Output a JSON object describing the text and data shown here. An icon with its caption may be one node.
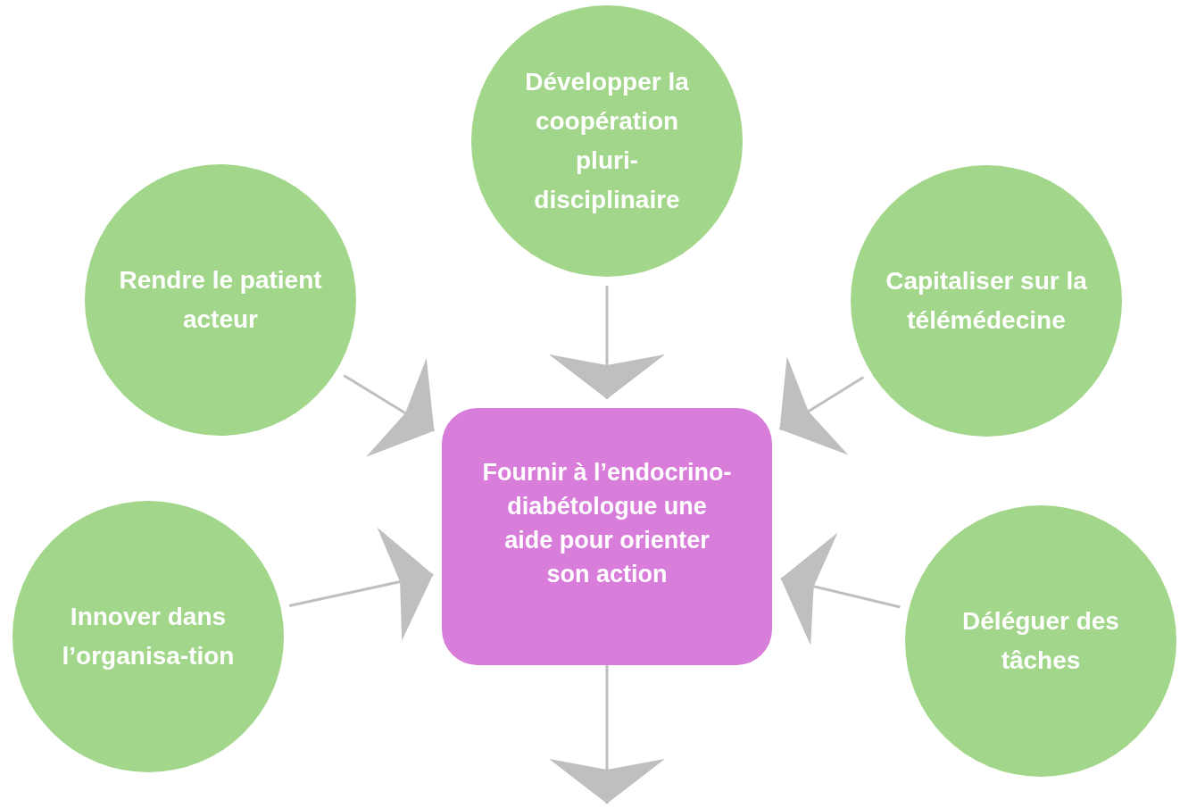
{
  "diagram": {
    "nodes": [
      {
        "text": [
          "Développer la coopération pluri-disciplinaire"
        ]
      },
      {
        "text": [
          "Rendre le patient acteur"
        ]
      },
      {
        "text": [
          "Capitaliser sur la télémédecine"
        ]
      },
      {
        "text": [
          "Fournir à l’endocrino-diabétologue une aide pour orienter son action"
        ]
      },
      {
        "text": [
          "Innover dans l’organisa-tion"
        ]
      },
      {
        "text": [
          "Déléguer des tâches"
        ]
      }
    ],
    "edges": [
      {
        "from": 0,
        "to": 3,
        "arrow": "to"
      },
      {
        "from": 1,
        "to": 3,
        "arrow": "to"
      },
      {
        "from": 2,
        "to": 3,
        "arrow": "to"
      },
      {
        "from": 4,
        "to": 3,
        "arrow": "to"
      },
      {
        "from": 5,
        "to": 3,
        "arrow": "to"
      },
      {
        "from": 3,
        "to": null,
        "arrow": "to"
      }
    ]
  }
}
